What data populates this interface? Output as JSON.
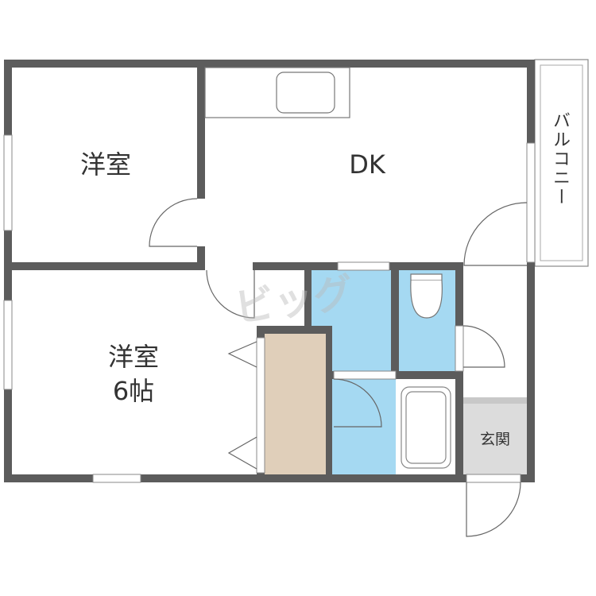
{
  "rooms": {
    "western_room_top": "洋室",
    "dk": "DK",
    "balcony": "バルコニー",
    "western_room_bottom_name": "洋室",
    "western_room_bottom_size": "6帖",
    "entrance": "玄関"
  },
  "watermark": "ビッグ",
  "colors": {
    "wall": "#5c5c5c",
    "wet_area": "#a5d9f2",
    "closet": "#e0cfba",
    "entrance": "#dcdcdc"
  }
}
